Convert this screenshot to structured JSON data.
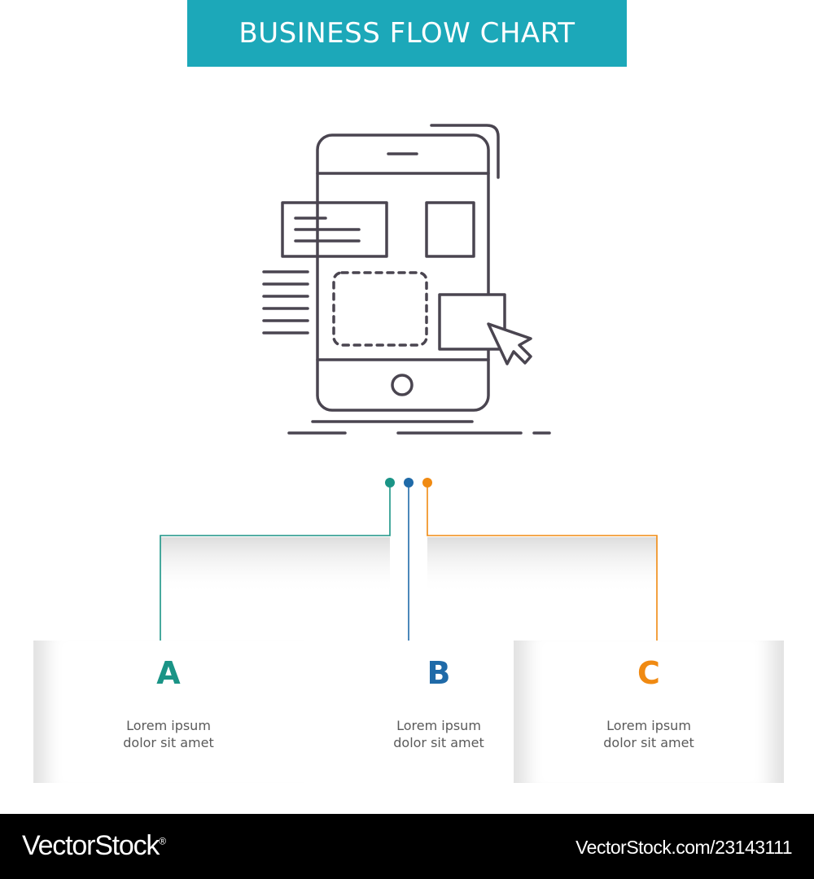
{
  "header": {
    "title": "BUSINESS FLOW CHART",
    "background": "#1ca8b9"
  },
  "illustration": {
    "icon": "mobile-app-ui-design-icon",
    "stroke": "#4a4550"
  },
  "flow": {
    "items": [
      {
        "letter": "A",
        "line1": "Lorem ipsum",
        "line2": "dolor sit amet",
        "color": "#1a9486"
      },
      {
        "letter": "B",
        "line1": "Lorem ipsum",
        "line2": "dolor sit amet",
        "color": "#1f6aa8"
      },
      {
        "letter": "C",
        "line1": "Lorem ipsum",
        "line2": "dolor sit amet",
        "color": "#f08a12"
      }
    ]
  },
  "footer": {
    "brand": "VectorStock",
    "registered": "®",
    "image_id": "VectorStock.com/23143111"
  }
}
